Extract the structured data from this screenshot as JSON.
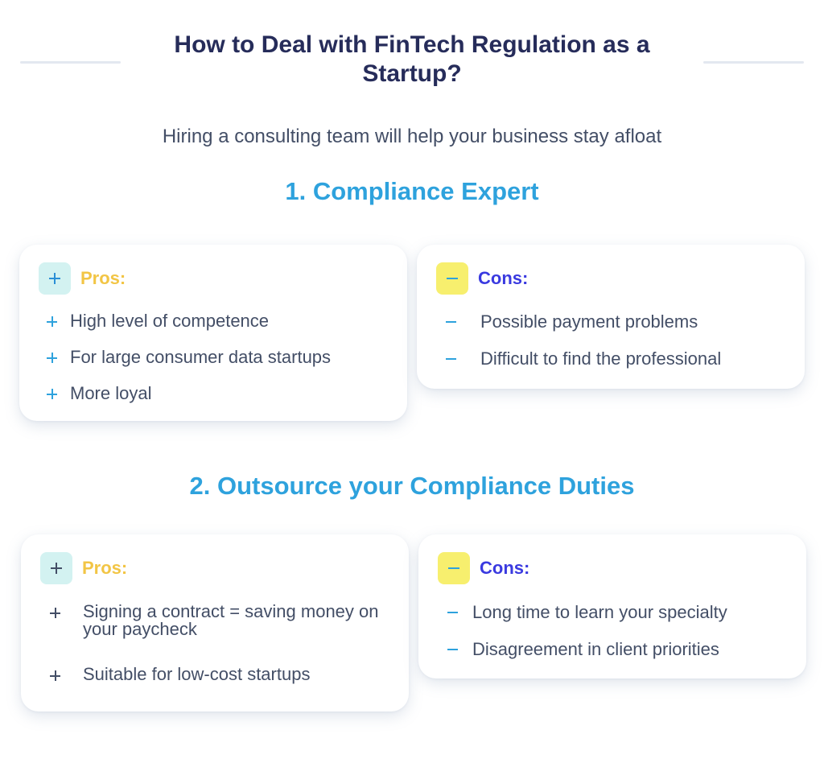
{
  "header": {
    "title": "How to Deal with FinTech Regulation as a Startup?",
    "subtitle": "Hiring a consulting team will help your business stay afloat"
  },
  "sections": [
    {
      "title": "1. Compliance Expert",
      "pros": {
        "icon": "plus-icon",
        "label": "Pros:",
        "items": [
          "High level of competence",
          "For large consumer data startups",
          "More loyal"
        ]
      },
      "cons": {
        "icon": "minus-icon",
        "label": "Cons:",
        "items": [
          "Possible payment problems",
          "Difficult to find the professional"
        ]
      }
    },
    {
      "title": "2. Outsource your Compliance Duties",
      "pros": {
        "icon": "plus-icon",
        "label": "Pros:",
        "items": [
          "Signing a contract = saving money on your paycheck",
          "Suitable for low-cost startups"
        ]
      },
      "cons": {
        "icon": "minus-icon",
        "label": "Cons:",
        "items": [
          "Long time to learn your specialty",
          "Disagreement in client priorities"
        ]
      }
    }
  ],
  "colors": {
    "title": "#262c5a",
    "section_title": "#2ea2dd",
    "body_text": "#434e66",
    "pros_label": "#f2c545",
    "cons_label": "#3a3ae0",
    "pros_badge_bg": "#d3f2f1",
    "cons_badge_bg": "#f7ef6e",
    "bullet_accent": "#2ea2dd"
  }
}
